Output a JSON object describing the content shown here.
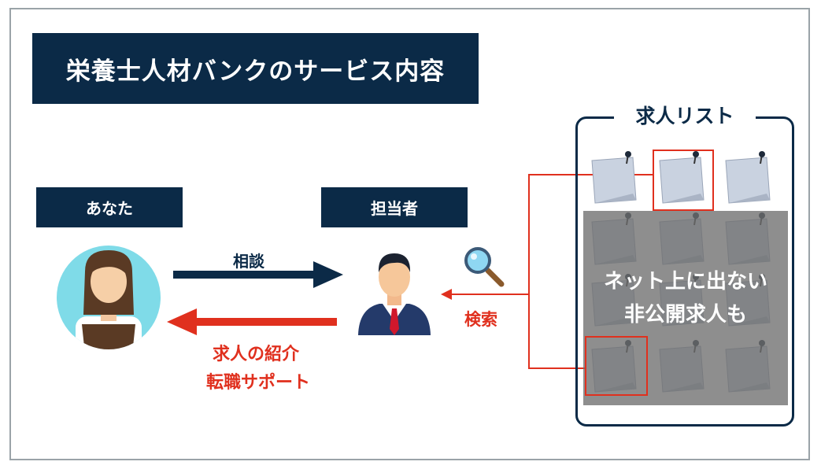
{
  "title": "栄養士人材バンクのサービス内容",
  "you_label": "あなた",
  "staff_label": "担当者",
  "consult_label": "相談",
  "search_label": "検索",
  "intro_label": "求人の紹介",
  "support_label": "転職サポート",
  "list": {
    "title": "求人リスト",
    "hidden_line1": "ネット上に出ない",
    "hidden_line2": "非公開求人も"
  },
  "colors": {
    "navy": "#0b2a47",
    "red": "#e0301e",
    "note": "#c9d2e0",
    "overlay": "#6e6e6e"
  },
  "icons": [
    "woman-avatar-icon",
    "businessman-icon",
    "magnifier-icon",
    "pinned-note-icon"
  ]
}
